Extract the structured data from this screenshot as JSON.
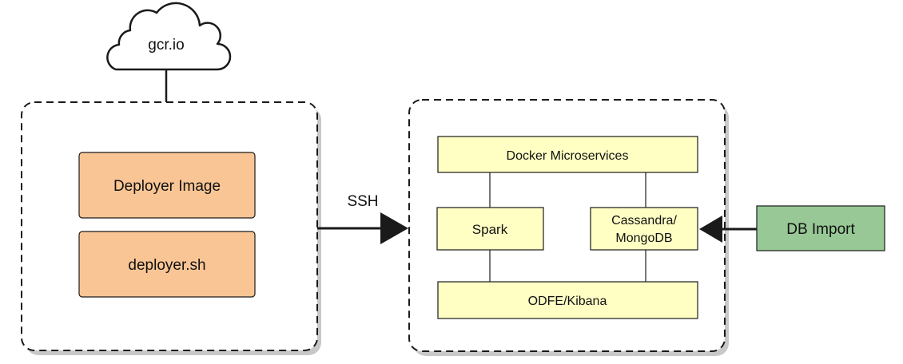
{
  "cloud": {
    "label": "gcr.io",
    "icon": "cloud-icon"
  },
  "left_host": {
    "components": [
      {
        "label": "Deployer Image",
        "fill": "#fac595"
      },
      {
        "label": "deployer.sh",
        "fill": "#fac595"
      }
    ]
  },
  "connection": {
    "label": "SSH"
  },
  "right_host": {
    "top_service": {
      "label": "Docker Microservices",
      "fill": "#ffffc4"
    },
    "compute": {
      "label": "Spark",
      "fill": "#ffffc4"
    },
    "storage": {
      "label_line1": "Cassandra/",
      "label_line2": "MongoDB",
      "fill": "#ffffc4"
    },
    "bottom_service": {
      "label": "ODFE/Kibana",
      "fill": "#ffffc4"
    }
  },
  "external": {
    "label": "DB Import",
    "fill": "#98c896"
  },
  "colors": {
    "stroke": "#1a1a1a",
    "shadow": "#c8c8c8",
    "background": "#ffffff"
  }
}
